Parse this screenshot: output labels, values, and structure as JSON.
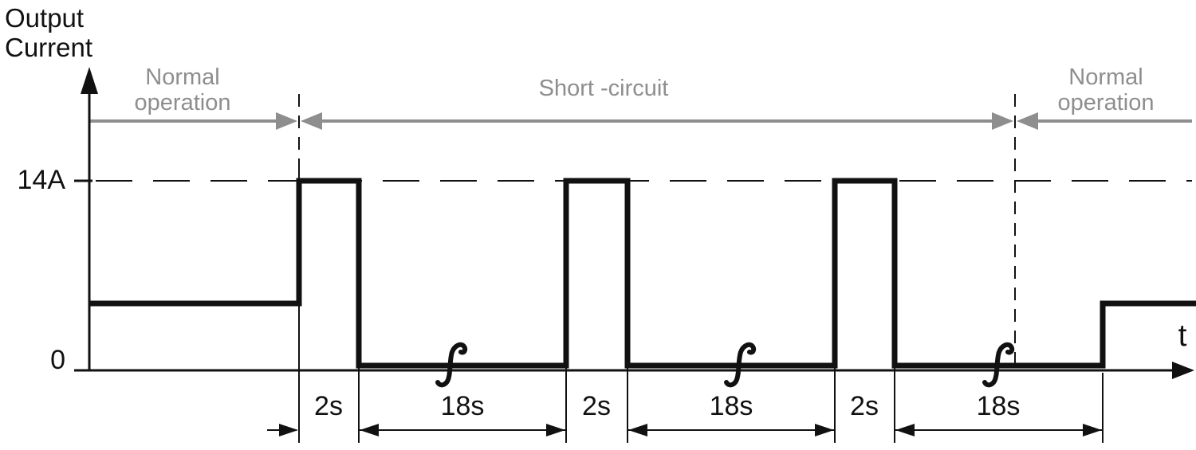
{
  "axes": {
    "y_label": "Output\nCurrent",
    "x_label": "t",
    "y_tick_limit": "14A",
    "y_tick_zero": "0"
  },
  "phases": {
    "left": "Normal\noperation",
    "middle": "Short -circuit",
    "right": "Normal\noperation"
  },
  "timeline": {
    "labels": [
      "2s",
      "18s",
      "2s",
      "18s",
      "2s",
      "18s"
    ]
  },
  "colors": {
    "line_black": "#111111",
    "annotation_gray": "#8e8e8e"
  },
  "chart_data": {
    "type": "line",
    "title": "",
    "xlabel": "t",
    "ylabel": "Output Current",
    "y_ticks": [
      "14A",
      "0"
    ],
    "phase_annotations": [
      "Normal operation",
      "Short -circuit",
      "Normal operation"
    ],
    "waveform": {
      "normal_operation_level": "constant current between 0 and 14A (unlabeled)",
      "short_circuit_pattern": {
        "pulse_level": "14A",
        "pulse_duration": "2s",
        "rest_level": "0",
        "rest_duration": "18s",
        "cycles_shown": 3
      },
      "sequence_labels": [
        "2s",
        "18s",
        "2s",
        "18s",
        "2s",
        "18s"
      ]
    }
  }
}
